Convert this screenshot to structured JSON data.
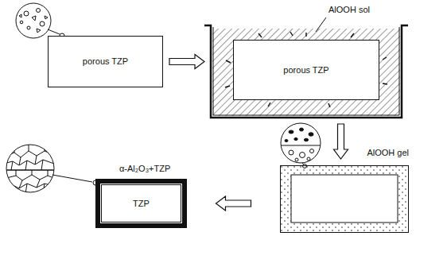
{
  "diagram": {
    "nodes": [
      {
        "text": [
          "porous TZP"
        ]
      },
      {
        "text": [
          "AlOOH sol"
        ]
      },
      {
        "text": [
          "porous TZP"
        ],
        "in": 1
      },
      {
        "text": [
          "AlOOH gel"
        ]
      },
      {
        "text": [
          "TZP"
        ]
      }
    ],
    "edges": [
      {
        "from": 0,
        "to": 1,
        "arrow": "to"
      },
      {
        "from": 1,
        "to": 3,
        "arrow": "to"
      },
      {
        "from": 3,
        "to": 4,
        "arrow": "to"
      }
    ],
    "labels": [
      "α-Al₂O₃+TZP"
    ]
  }
}
